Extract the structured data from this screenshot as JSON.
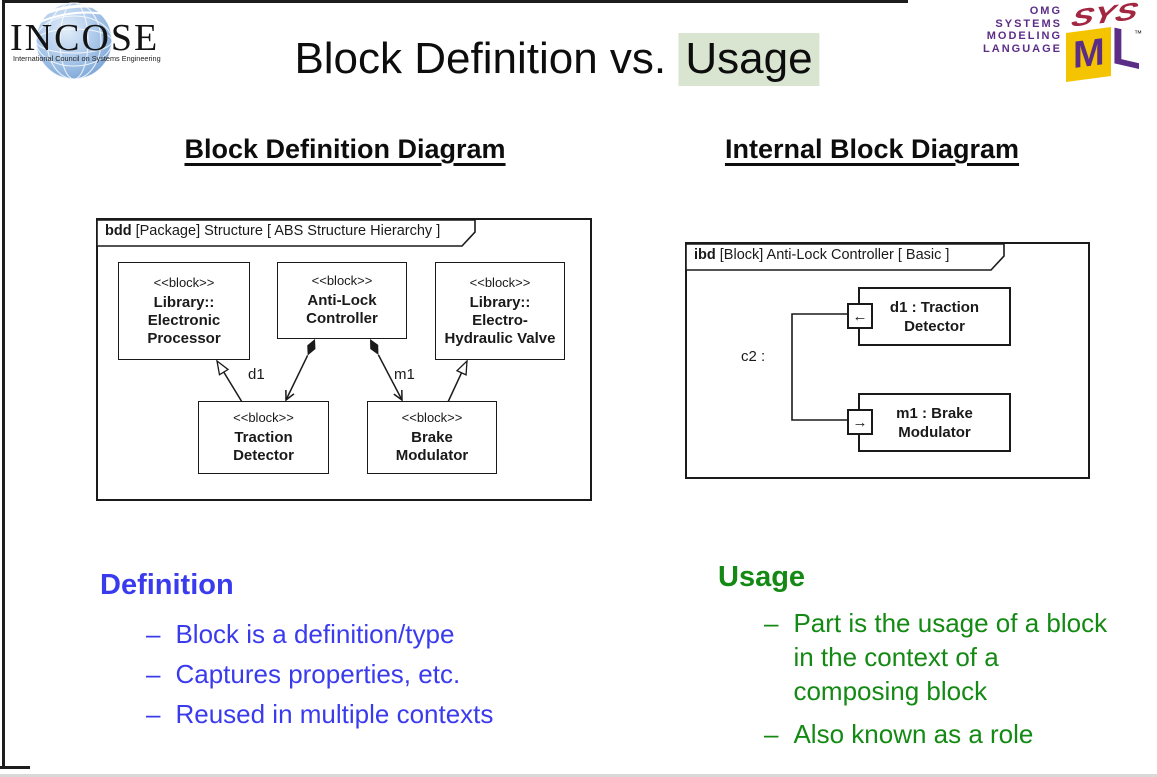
{
  "slide": {
    "title_prefix": "Block Definition vs. ",
    "title_highlight": "Usage",
    "highlight_color": "#d9e5d1"
  },
  "incose": {
    "wordmark": "INCOSE",
    "tagline": "International Council on Systems Engineering"
  },
  "sysml": {
    "org_lines": [
      "OMG",
      "SYSTEMS",
      "MODELING",
      "LANGUAGE"
    ],
    "cube_top": "SYS",
    "cube_front": "M",
    "cube_side": "L",
    "trademark": "™",
    "purple": "#5c2d87",
    "maroon": "#a22741",
    "gold": "#f5c400"
  },
  "headings": {
    "left": "Block Definition Diagram",
    "right": "Internal Block Diagram"
  },
  "bdd": {
    "frame_label_bold": "bdd",
    "frame_label_rest": " [Package] Structure [ ABS Structure Hierarchy ]",
    "blocks": {
      "electronic_processor": {
        "stereotype": "<<block>>",
        "lines": [
          "Library::",
          "Electronic",
          "Processor"
        ]
      },
      "anti_lock_controller": {
        "stereotype": "<<block>>",
        "lines": [
          "Anti-Lock",
          "Controller"
        ]
      },
      "electro_hydraulic_valve": {
        "stereotype": "<<block>>",
        "lines": [
          "Library::",
          "Electro-",
          "Hydraulic Valve"
        ]
      },
      "traction_detector": {
        "stereotype": "<<block>>",
        "lines": [
          "Traction",
          "Detector"
        ]
      },
      "brake_modulator": {
        "stereotype": "<<block>>",
        "lines": [
          "Brake",
          "Modulator"
        ]
      }
    },
    "edge_labels": {
      "d1": "d1",
      "m1": "m1"
    }
  },
  "ibd": {
    "frame_label_bold": "ibd",
    "frame_label_rest": " [Block] Anti-Lock Controller [ Basic ]",
    "parts": {
      "d1": {
        "lines": [
          "d1 : Traction",
          "Detector"
        ],
        "port_arrow": "←"
      },
      "m1": {
        "lines": [
          "m1 : Brake",
          "Modulator"
        ],
        "port_arrow": "→"
      }
    },
    "connector_label": "c2 :"
  },
  "definition": {
    "heading": "Definition",
    "color": "#3b3bee",
    "dash": "–",
    "bullets": [
      "Block is a definition/type",
      "Captures properties, etc.",
      "Reused in multiple contexts"
    ]
  },
  "usage": {
    "heading": "Usage",
    "color": "#148a14",
    "dash": "–",
    "bullets": [
      "Part is the usage of a block in the context of a composing block",
      "Also known as a role"
    ]
  }
}
